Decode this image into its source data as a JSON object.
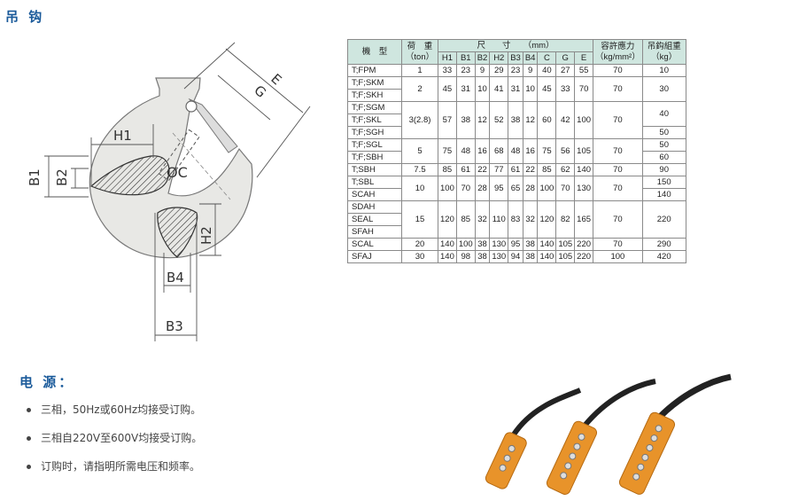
{
  "hook_section": {
    "title": "吊 钩"
  },
  "diagram": {
    "labels": {
      "E": "E",
      "G": "G",
      "H1": "H1",
      "B1": "B1",
      "B2": "B2",
      "C": "ØC",
      "H2": "H2",
      "B4": "B4",
      "B3": "B3"
    }
  },
  "table": {
    "header": {
      "model": "機　型",
      "load_top": "荷　重",
      "load_unit": "（ton）",
      "size_label": "尺　　寸　　（mm）",
      "stress_top": "容許應力",
      "stress_unit": "（kg/mm²）",
      "weight_top": "吊鈎組重",
      "weight_unit": "（kg）",
      "cols": [
        "H1",
        "B1",
        "B2",
        "H2",
        "B3",
        "B4",
        "C",
        "G",
        "E"
      ]
    },
    "groups": [
      {
        "models": [
          "T;FPM"
        ],
        "load": "1",
        "dims": [
          "33",
          "23",
          "9",
          "29",
          "23",
          "9",
          "40",
          "27",
          "55"
        ],
        "stress": "70",
        "weights": [
          "10"
        ]
      },
      {
        "models": [
          "T;F;SKM",
          "T;F;SKH"
        ],
        "load": "2",
        "dims": [
          "45",
          "31",
          "10",
          "41",
          "31",
          "10",
          "45",
          "33",
          "70"
        ],
        "stress": "70",
        "weights": [
          "30"
        ]
      },
      {
        "models": [
          "T;F;SGM",
          "T;F;SKL",
          "T;F;SGH"
        ],
        "load": "3(2.8)",
        "dims": [
          "57",
          "38",
          "12",
          "52",
          "38",
          "12",
          "60",
          "42",
          "100"
        ],
        "stress": "70",
        "weights": [
          "40",
          "50"
        ]
      },
      {
        "models": [
          "T;F;SGL",
          "T;F;SBH"
        ],
        "load": "5",
        "dims": [
          "75",
          "48",
          "16",
          "68",
          "48",
          "16",
          "75",
          "56",
          "105"
        ],
        "stress": "70",
        "weights": [
          "50",
          "60"
        ]
      },
      {
        "models": [
          "T;SBH"
        ],
        "load": "7.5",
        "dims": [
          "85",
          "61",
          "22",
          "77",
          "61",
          "22",
          "85",
          "62",
          "140"
        ],
        "stress": "70",
        "weights": [
          "90"
        ]
      },
      {
        "models": [
          "T;SBL",
          "SCAH"
        ],
        "load": "10",
        "dims": [
          "100",
          "70",
          "28",
          "95",
          "65",
          "28",
          "100",
          "70",
          "130"
        ],
        "stress": "70",
        "weights": [
          "150",
          "140"
        ]
      },
      {
        "models": [
          "SDAH",
          "SEAL",
          "SFAH"
        ],
        "load": "15",
        "dims": [
          "120",
          "85",
          "32",
          "110",
          "83",
          "32",
          "120",
          "82",
          "165"
        ],
        "stress": "70",
        "weights": [
          "220"
        ]
      },
      {
        "models": [
          "SCAL"
        ],
        "load": "20",
        "dims": [
          "140",
          "100",
          "38",
          "130",
          "95",
          "38",
          "140",
          "105",
          "220"
        ],
        "stress": "70",
        "weights": [
          "290"
        ]
      },
      {
        "models": [
          "SFAJ"
        ],
        "load": "30",
        "dims": [
          "140",
          "98",
          "38",
          "130",
          "94",
          "38",
          "140",
          "105",
          "220"
        ],
        "stress": "100",
        "weights": [
          "420"
        ]
      }
    ]
  },
  "power_section": {
    "title": "电 源：",
    "items": [
      "三相，50Hz或60Hz均接受订购。",
      "三相自220V至600V均接受订购。",
      "订购时，请指明所需电压和频率。"
    ]
  },
  "colors": {
    "heading": "#1a5a9a",
    "table_header": "#cfe6df",
    "pendant": "#e8932a"
  }
}
